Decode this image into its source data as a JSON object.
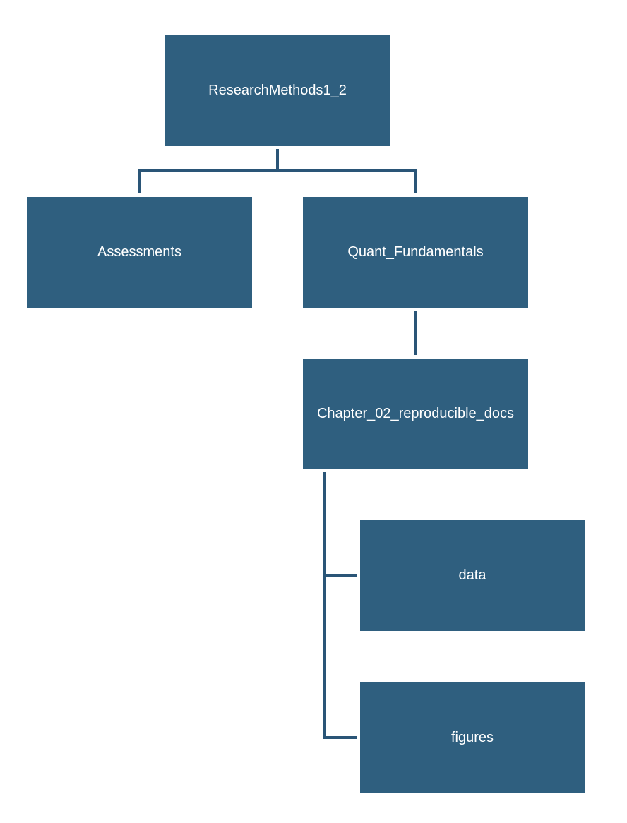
{
  "colors": {
    "node_fill": "#2f5f7f",
    "connector": "#2a5577",
    "node_text": "#ffffff"
  },
  "nodes": {
    "root": "ResearchMethods1_2",
    "assessments": "Assessments",
    "quant": "Quant_Fundamentals",
    "chapter": "Chapter_02_reproducible_docs",
    "data": "data",
    "figures": "figures"
  }
}
